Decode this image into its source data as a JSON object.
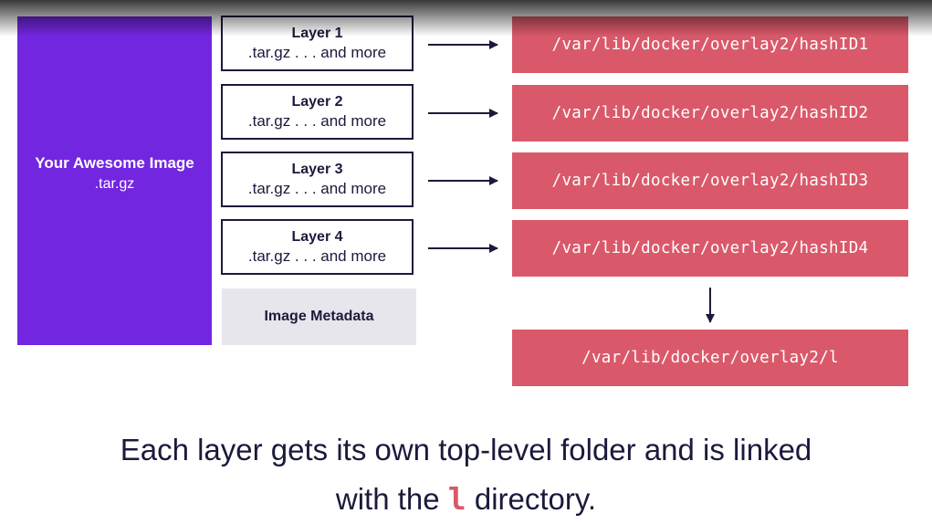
{
  "image": {
    "title": "Your Awesome Image",
    "subtitle": ".tar.gz"
  },
  "layers": [
    {
      "name": "Layer 1",
      "desc": ".tar.gz . . . and more"
    },
    {
      "name": "Layer 2",
      "desc": ".tar.gz . . . and more"
    },
    {
      "name": "Layer 3",
      "desc": ".tar.gz . . . and more"
    },
    {
      "name": "Layer 4",
      "desc": ".tar.gz . . . and more"
    }
  ],
  "metadata_label": "Image Metadata",
  "paths": [
    "/var/lib/docker/overlay2/hashID1",
    "/var/lib/docker/overlay2/hashID2",
    "/var/lib/docker/overlay2/hashID3",
    "/var/lib/docker/overlay2/hashID4"
  ],
  "link_path": "/var/lib/docker/overlay2/l",
  "caption": {
    "line1": "Each layer gets its own top-level folder and is linked",
    "line2_before": "with the ",
    "line2_code": "l",
    "line2_after": " directory."
  },
  "colors": {
    "image_box": "#7226e0",
    "path_box": "#d9596a",
    "text_dark": "#1b1a3c",
    "metadata_box": "#e7e6ec"
  }
}
